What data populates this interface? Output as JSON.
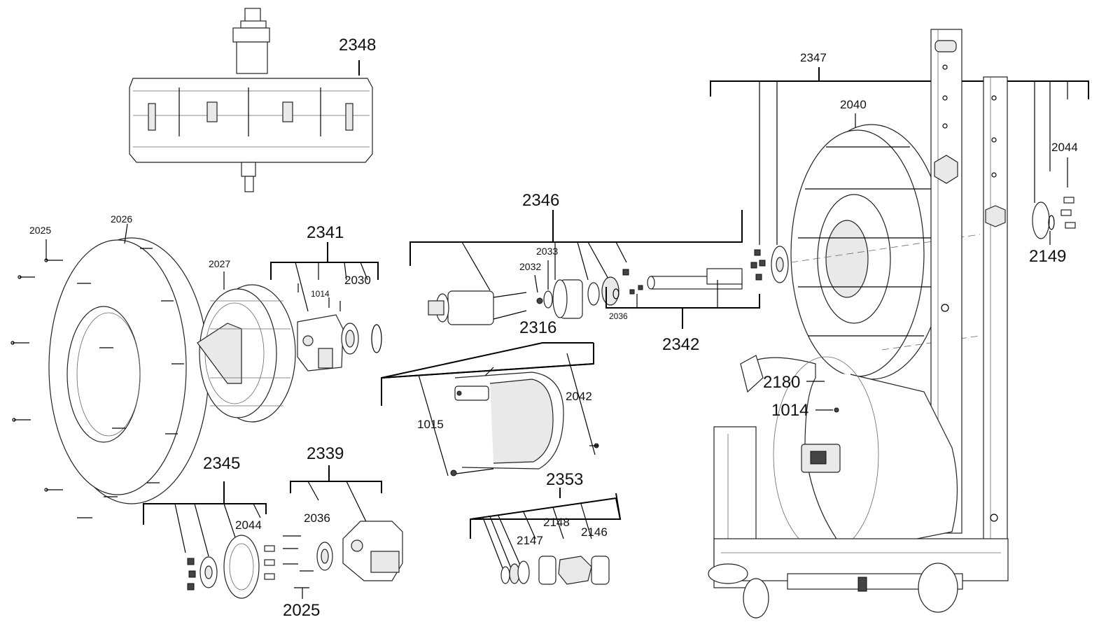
{
  "labels": {
    "p2348": "2348",
    "p2347": "2347",
    "p2040": "2040",
    "p2044_top": "2044",
    "p2149": "2149",
    "p2346": "2346",
    "p2033": "2033",
    "p2032": "2032",
    "p2036_mid": "2036",
    "p2342": "2342",
    "p2341": "2341",
    "p1014_small": "1014",
    "p2030": "2030",
    "p2025_top": "2025",
    "p2026": "2026",
    "p2027": "2027",
    "p2316": "2316",
    "p1015": "1015",
    "p2042": "2042",
    "p2180": "2180",
    "p1014_big": "1014",
    "p2345": "2345",
    "p2044_bottom": "2044",
    "p2339": "2339",
    "p2036_bottom": "2036",
    "p2025_bottom": "2025",
    "p2353": "2353",
    "p2148": "2148",
    "p2147": "2147",
    "p2146": "2146"
  }
}
